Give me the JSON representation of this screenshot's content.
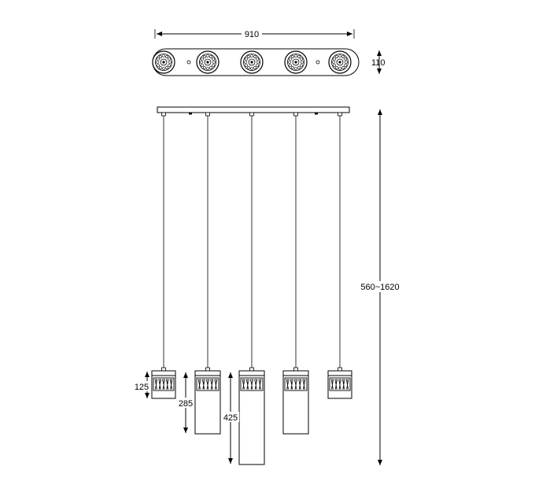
{
  "dimensions": {
    "total_width": "910",
    "canopy_depth": "110",
    "drop_height": "560~1620",
    "short_shade_height": "125",
    "medium_shade_height": "285",
    "long_shade_height": "425"
  },
  "pendants": [
    {
      "id": "pendant-1",
      "type": "short"
    },
    {
      "id": "pendant-2",
      "type": "medium"
    },
    {
      "id": "pendant-3",
      "type": "long"
    },
    {
      "id": "pendant-4",
      "type": "medium"
    },
    {
      "id": "pendant-5",
      "type": "short"
    }
  ],
  "colors": {
    "line": "#000000",
    "glass": "#ffffff"
  }
}
